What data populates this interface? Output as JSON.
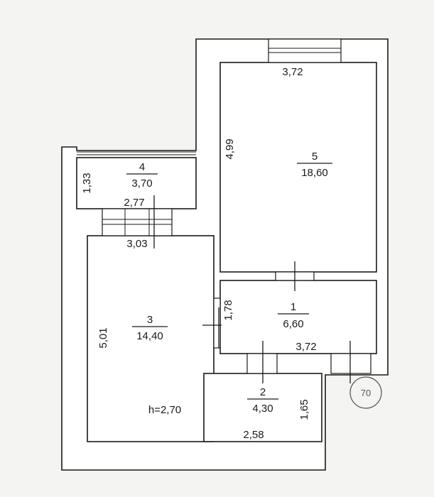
{
  "rooms": [
    {
      "number": "1",
      "area": "6,60"
    },
    {
      "number": "2",
      "area": "4,30"
    },
    {
      "number": "3",
      "area": "14,40"
    },
    {
      "number": "4",
      "area": "3,70"
    },
    {
      "number": "5",
      "area": "18,60"
    }
  ],
  "dimensions": {
    "room5_width": "3,72",
    "room5_length": "4,99",
    "room4_length": "1,33",
    "room4_width": "2,77",
    "room3_width": "3,03",
    "room3_length": "5,01",
    "room1_length": "1,78",
    "room1_width": "3,72",
    "room2_length": "1,65",
    "room2_width": "2,58"
  },
  "ceiling_height": "h=2,70",
  "stamp": "70"
}
